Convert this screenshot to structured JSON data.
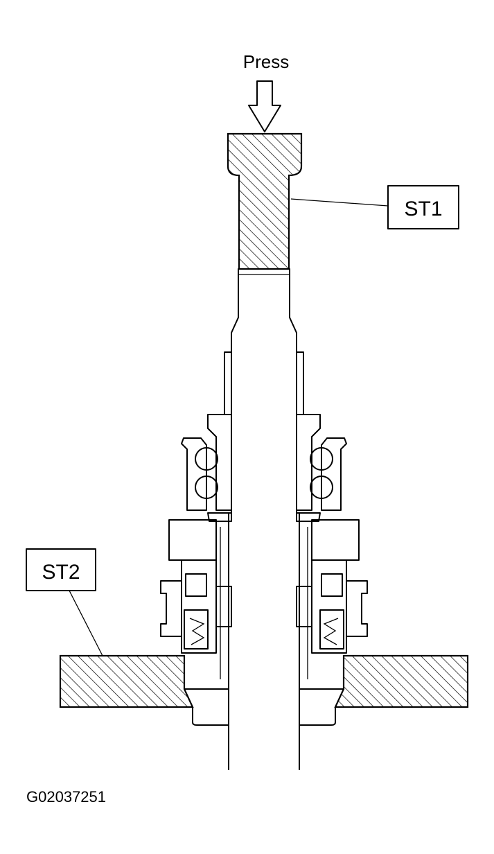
{
  "labels": {
    "press": "Press",
    "st1": "ST1",
    "st2": "ST2",
    "figure_id": "G02037251"
  },
  "colors": {
    "ink": "#000000",
    "background": "#ffffff"
  }
}
